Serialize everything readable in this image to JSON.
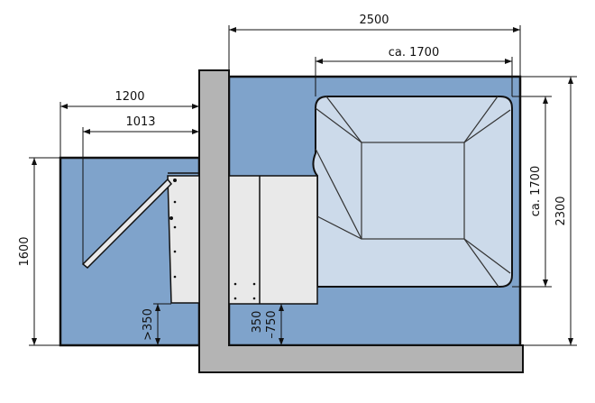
{
  "dimensions": {
    "total_width": "2500",
    "pool_width": "ca. 1700",
    "left_room_width": "1200",
    "lid_reach": "1013",
    "left_room_height": "1600",
    "right_room_height": "2300",
    "pool_height": "ca. 1700",
    "min_floor_clearance": ">350",
    "floor_clearance_range_a": "350",
    "floor_clearance_range_b": "–750"
  },
  "colors": {
    "room": "#7fa3cb",
    "pool": "#ccdaea",
    "wall": "#b4b4b4",
    "machine": "#e9e9e9"
  }
}
